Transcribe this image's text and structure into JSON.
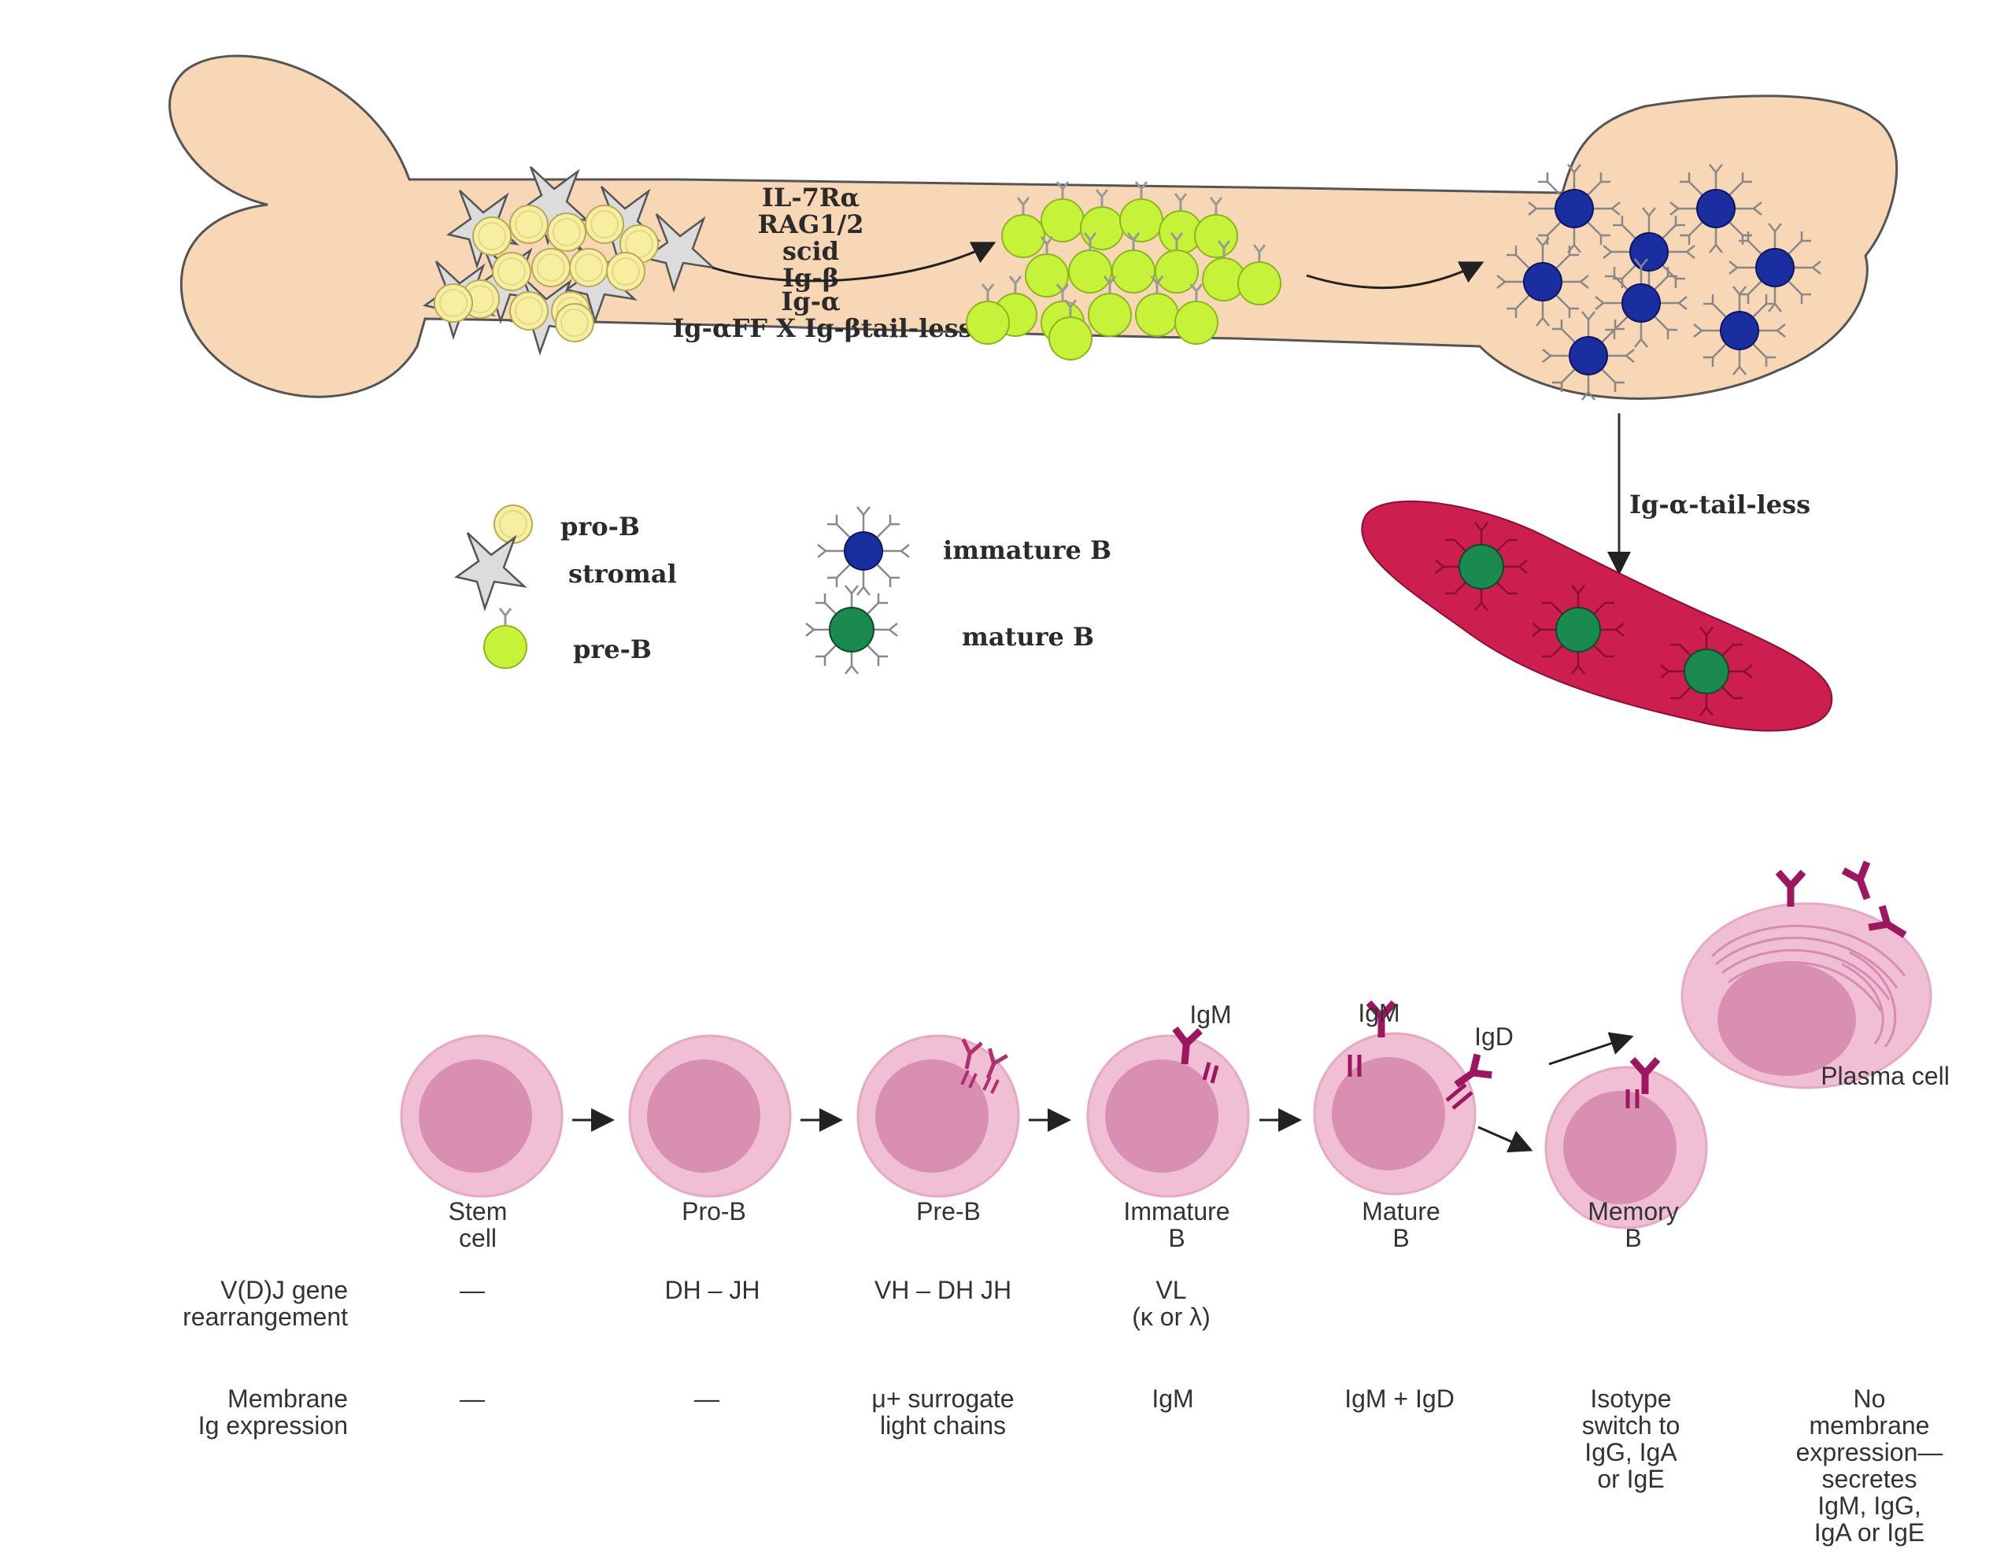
{
  "colors": {
    "bone": "#f8d7b6",
    "bone_stroke": "#555555",
    "pro_b": "#f7ee9f",
    "pre_b": "#c7f23a",
    "immature_b": "#1a2ea0",
    "mature_b": "#1a8a50",
    "spleen": "#cc1f4f",
    "cell_outer": "#f0bfd4",
    "cell_inner": "#d98fb2",
    "antibody": "#9c1660",
    "stromal": "#d7d7d7"
  },
  "bone_panel": {
    "factors": [
      "IL-7Rα",
      "RAG1/2",
      "scid",
      "Ig-β",
      "Ig-α",
      "Ig-αFF X Ig-βtail-less"
    ],
    "exit_label": "Ig-α-tail-less",
    "legend": [
      {
        "icon": "pro-b-cell-icon",
        "label": "pro-B"
      },
      {
        "icon": "stromal-cell-icon",
        "label": "stromal"
      },
      {
        "icon": "pre-b-cell-icon",
        "label": "pre-B"
      },
      {
        "icon": "immature-b-cell-icon",
        "label": "immature B"
      },
      {
        "icon": "mature-b-cell-icon",
        "label": "mature B"
      }
    ]
  },
  "stages_panel": {
    "stages": [
      {
        "name": "Stem\ncell",
        "vdj": "—",
        "membrane": "—"
      },
      {
        "name": "Pro-B",
        "vdj": "DH – JH",
        "membrane": "—"
      },
      {
        "name": "Pre-B",
        "vdj": "VH – DH JH",
        "membrane": "μ+ surrogate\nlight chains"
      },
      {
        "name": "Immature\nB",
        "vdj": "VL\n(κ or λ)",
        "membrane": "IgM"
      },
      {
        "name": "Mature\nB",
        "vdj": "",
        "membrane": "IgM + IgD"
      },
      {
        "name": "Memory\nB",
        "vdj": "",
        "membrane": "Isotype\nswitch to\nIgG, IgA\nor IgE"
      },
      {
        "name": "",
        "vdj": "",
        "membrane": "No\nmembrane\nexpression—\nsecretes\nIgM, IgG,\nIgA or IgE"
      }
    ],
    "plasma_label": "Plasma cell",
    "row_labels": {
      "vdj": "V(D)J gene\nrearrangement",
      "membrane": "Membrane\nIg expression"
    },
    "receptor_labels": {
      "immature_igm": "IgM",
      "mature_igm": "IgM",
      "mature_igd": "IgD"
    }
  }
}
